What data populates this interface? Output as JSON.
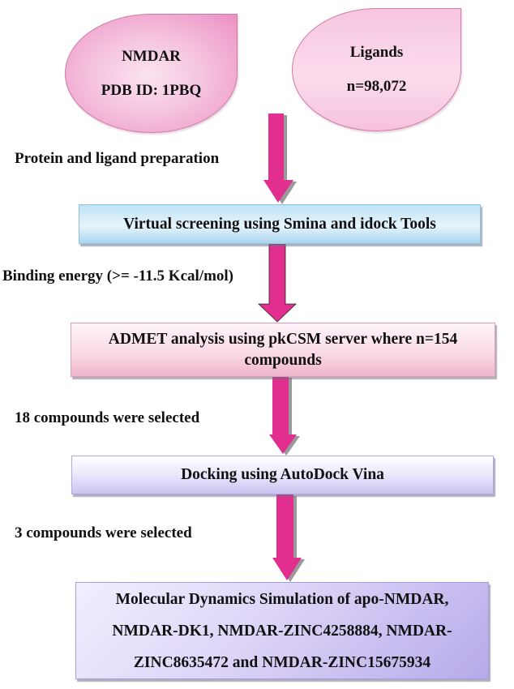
{
  "diagram": {
    "type": "flowchart",
    "inputs": [
      {
        "id": "nmdar",
        "lines": [
          "NMDAR",
          "PDB ID: 1PBQ"
        ],
        "color": "#f2b2d4"
      },
      {
        "id": "ligands",
        "lines": [
          "Ligands",
          "n=98,072"
        ],
        "color": "#f7c8e0"
      }
    ],
    "steps": [
      {
        "id": "virtual-screening",
        "lines": [
          "Virtual screening using Smina and idock Tools"
        ],
        "color": "#bfe2f6"
      },
      {
        "id": "admet",
        "lines": [
          "ADMET analysis using pkCSM server where n=154",
          "compounds"
        ],
        "color": "#f9dbe7"
      },
      {
        "id": "docking",
        "lines": [
          "Docking using AutoDock Vina"
        ],
        "color": "#e3ddf9"
      },
      {
        "id": "md-simulation",
        "lines": [
          "Molecular Dynamics Simulation of apo-NMDAR,",
          "NMDAR-DK1, NMDAR-ZINC4258884, NMDAR-",
          "ZINC8635472 and NMDAR-ZINC15675934"
        ],
        "color": "#d6ccf5"
      }
    ],
    "edge_labels": [
      "Protein and ligand preparation",
      "Binding energy (>= -11.5 Kcal/mol)",
      "18 compounds were selected",
      "3 compounds were selected"
    ],
    "arrow_color": "#e22f8f",
    "arrow_shadow": "#9a9a9a"
  }
}
